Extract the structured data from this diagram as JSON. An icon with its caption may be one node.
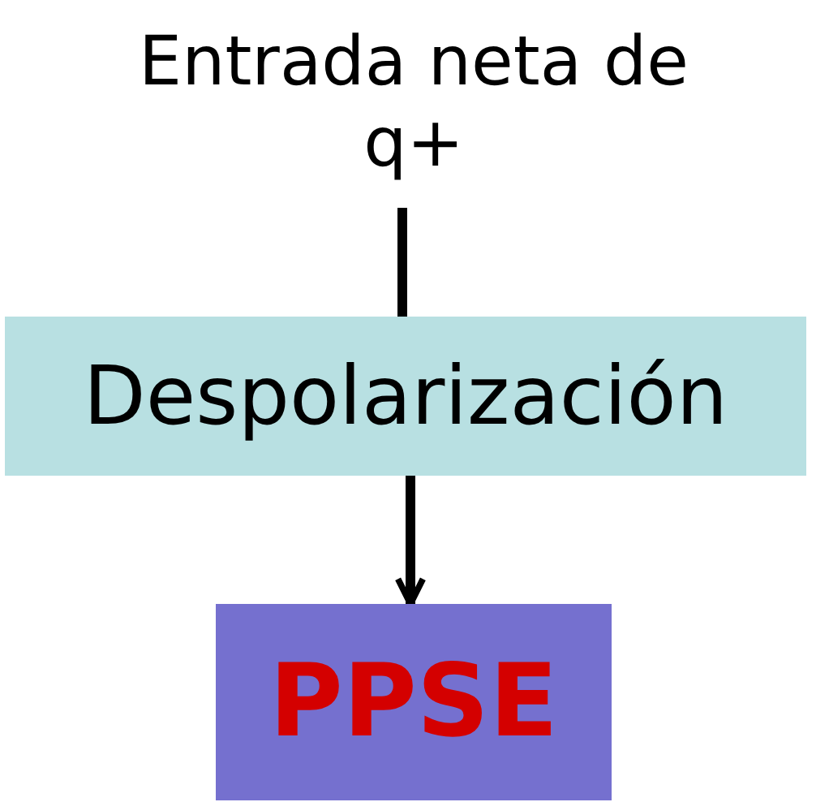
{
  "diagram": {
    "nodes": [
      {
        "text": [
          "Entrada neta de q+"
        ]
      },
      {
        "text": [
          "Despolarización"
        ]
      },
      {
        "text": [
          "PPSE"
        ]
      }
    ],
    "edges": [
      {
        "from": 0,
        "to": 1,
        "arrow": "none"
      },
      {
        "from": 1,
        "to": 2,
        "arrow": "to"
      }
    ]
  }
}
